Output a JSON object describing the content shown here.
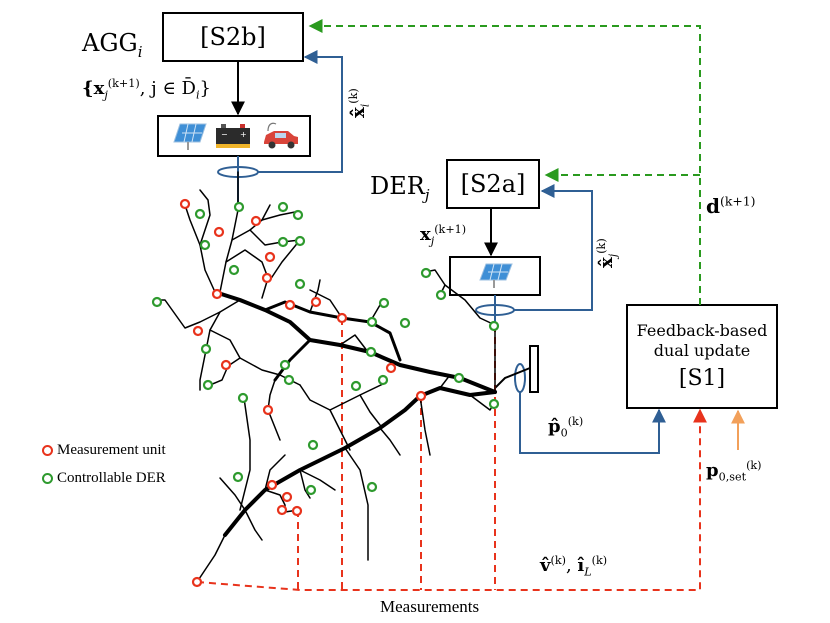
{
  "agg": {
    "name": "AGG",
    "subscript": "i",
    "box_label": "[S2b]",
    "dispatch_label_pre": "{x",
    "dispatch_sub": "j",
    "dispatch_sup": "(k+1)",
    "dispatch_label_post": ", j ∈ D̄",
    "dispatch_set_sub": "i",
    "dispatch_close": "}",
    "feedback_symbol": "x̂̂",
    "feedback_sub": "i",
    "feedback_sup": "(k)"
  },
  "der": {
    "name": "DER",
    "subscript": "j",
    "box_label": "[S2a]",
    "dispatch_symbol": "x",
    "dispatch_sub": "j",
    "dispatch_sup": "(k+1)",
    "feedback_symbol": "x̂",
    "feedback_sub": "j",
    "feedback_sup": "(k)"
  },
  "update": {
    "line1": "Feedback-based",
    "line2": "dual update",
    "tag": "[S1]",
    "dual_symbol": "d",
    "dual_sup": "(k+1)",
    "p0_symbol": "p̂",
    "p0_sub": "0",
    "p0_sup": "(k)",
    "pset_symbol": "p",
    "pset_sub": "0,set",
    "pset_sup": "(k)"
  },
  "measurements": {
    "v_symbol": "v̂",
    "v_sup": "(k)",
    "sep": ", ",
    "i_symbol": "î",
    "i_sub": "L",
    "i_sup": "(k)",
    "caption": "Measurements"
  },
  "legend": {
    "measurement_label": "Measurement unit",
    "controllable_label": "Controllable DER"
  },
  "colors": {
    "measurement": "#e8331c",
    "controllable": "#2e9a2e",
    "feedback_blue": "#2f5f94",
    "dual_green": "#2a9a1f",
    "meas_red": "#e8331c",
    "setpoint_orange": "#f2a05a"
  }
}
